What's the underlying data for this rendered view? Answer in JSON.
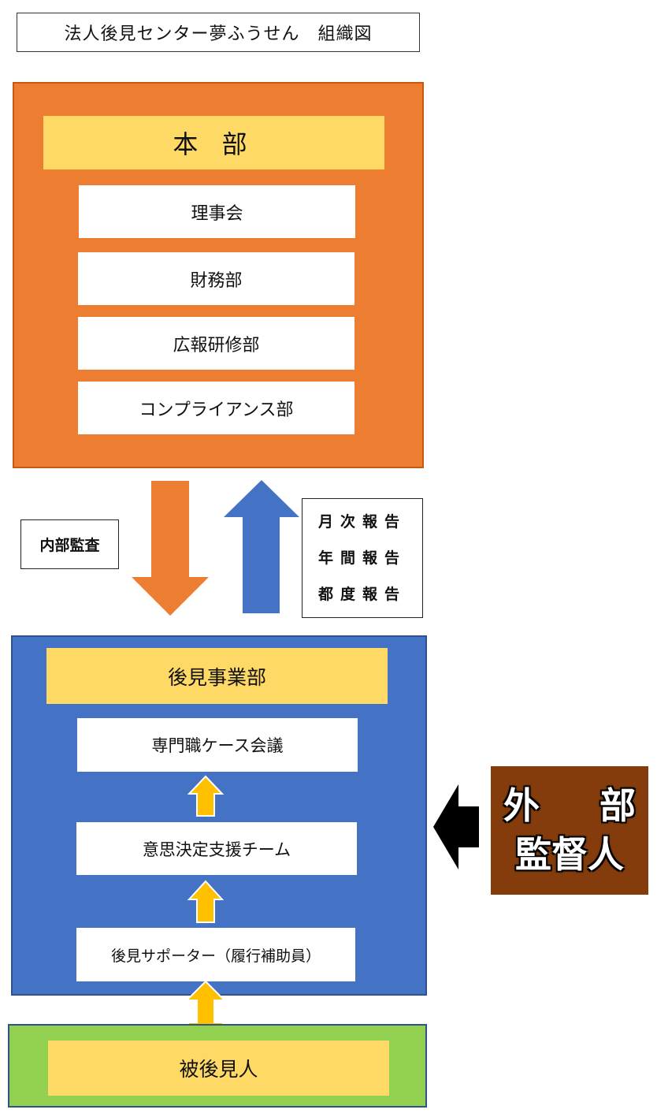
{
  "title": "法人後見センター夢ふうせん　組織図",
  "headquarters": {
    "title": "本 部",
    "items": [
      "理事会",
      "財務部",
      "広報研修部",
      "コンプライアンス部"
    ]
  },
  "audit_label": "内部監査",
  "reports": [
    "月次報告",
    "年間報告",
    "都度報告"
  ],
  "business": {
    "title": "後見事業部",
    "items": [
      "専門職ケース会議",
      "意思決定支援チーム",
      "後見サポーター（履行補助員）"
    ]
  },
  "ward": "被後見人",
  "external_supervisor": {
    "line1_left": "外",
    "line1_right": "部",
    "line2": "監督人"
  },
  "colors": {
    "hq_orange": "#ED7D31",
    "header_yellow": "#FFD966",
    "business_blue": "#4472C4",
    "ward_green": "#92D050",
    "supervisor_brown": "#843C0C",
    "connector_gold": "#FFC000"
  }
}
